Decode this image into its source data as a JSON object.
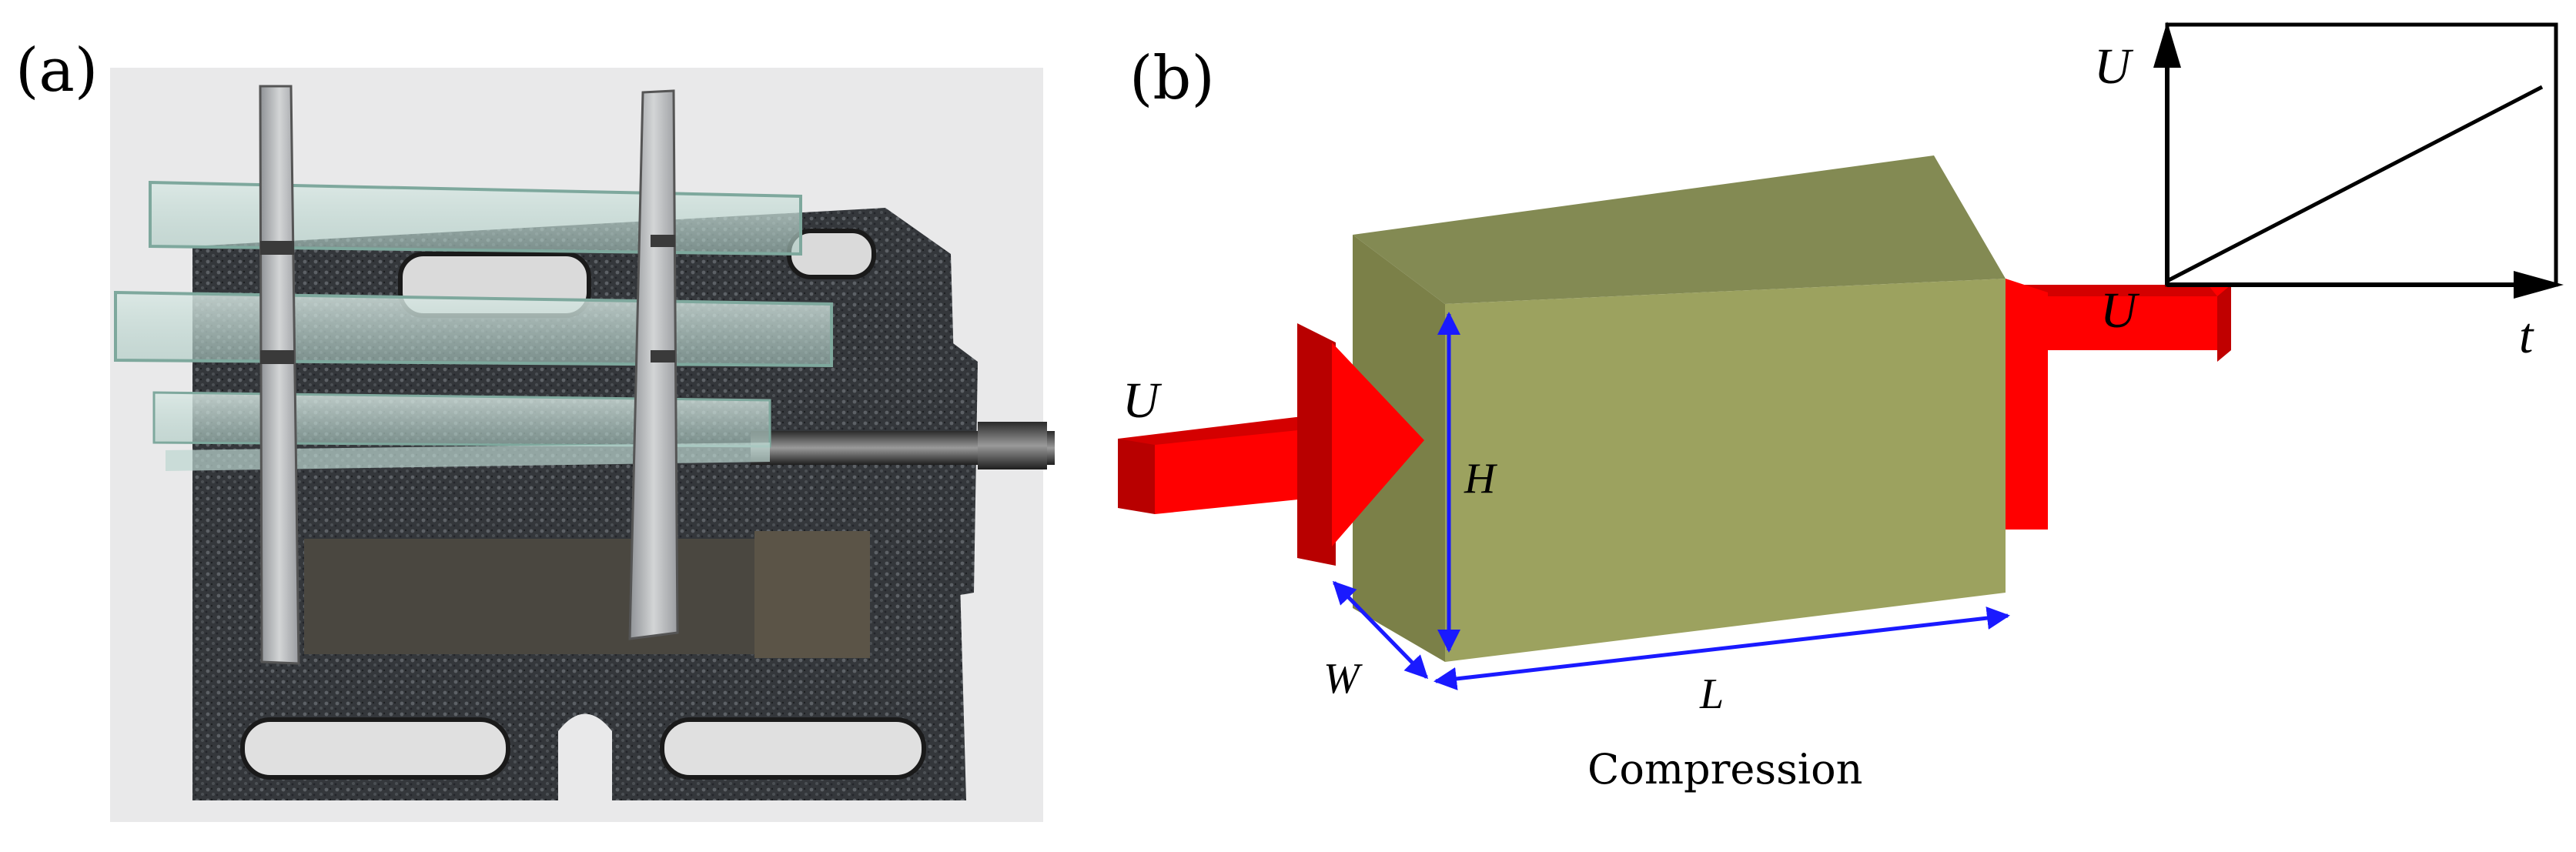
{
  "panel_a": {
    "label": "(a)"
  },
  "panel_b": {
    "label": "(b)",
    "left_force_label": "U",
    "right_force_label": "U",
    "height_label": "H",
    "width_label": "W",
    "length_label": "L",
    "caption": "Compression"
  },
  "inset": {
    "y_label": "U",
    "x_label": "t",
    "origin_label": "U"
  },
  "colors": {
    "block_front": "#9ca25f",
    "block_top": "#838a53",
    "block_side": "#7b8048",
    "arrow_red": "#ff0000",
    "arrow_dark": "#c00000",
    "dimension_blue": "#1a1aff",
    "vise_dark": "#2e3033",
    "photo_bg": "#e9e9ea",
    "glass": "#bcd6d0"
  }
}
